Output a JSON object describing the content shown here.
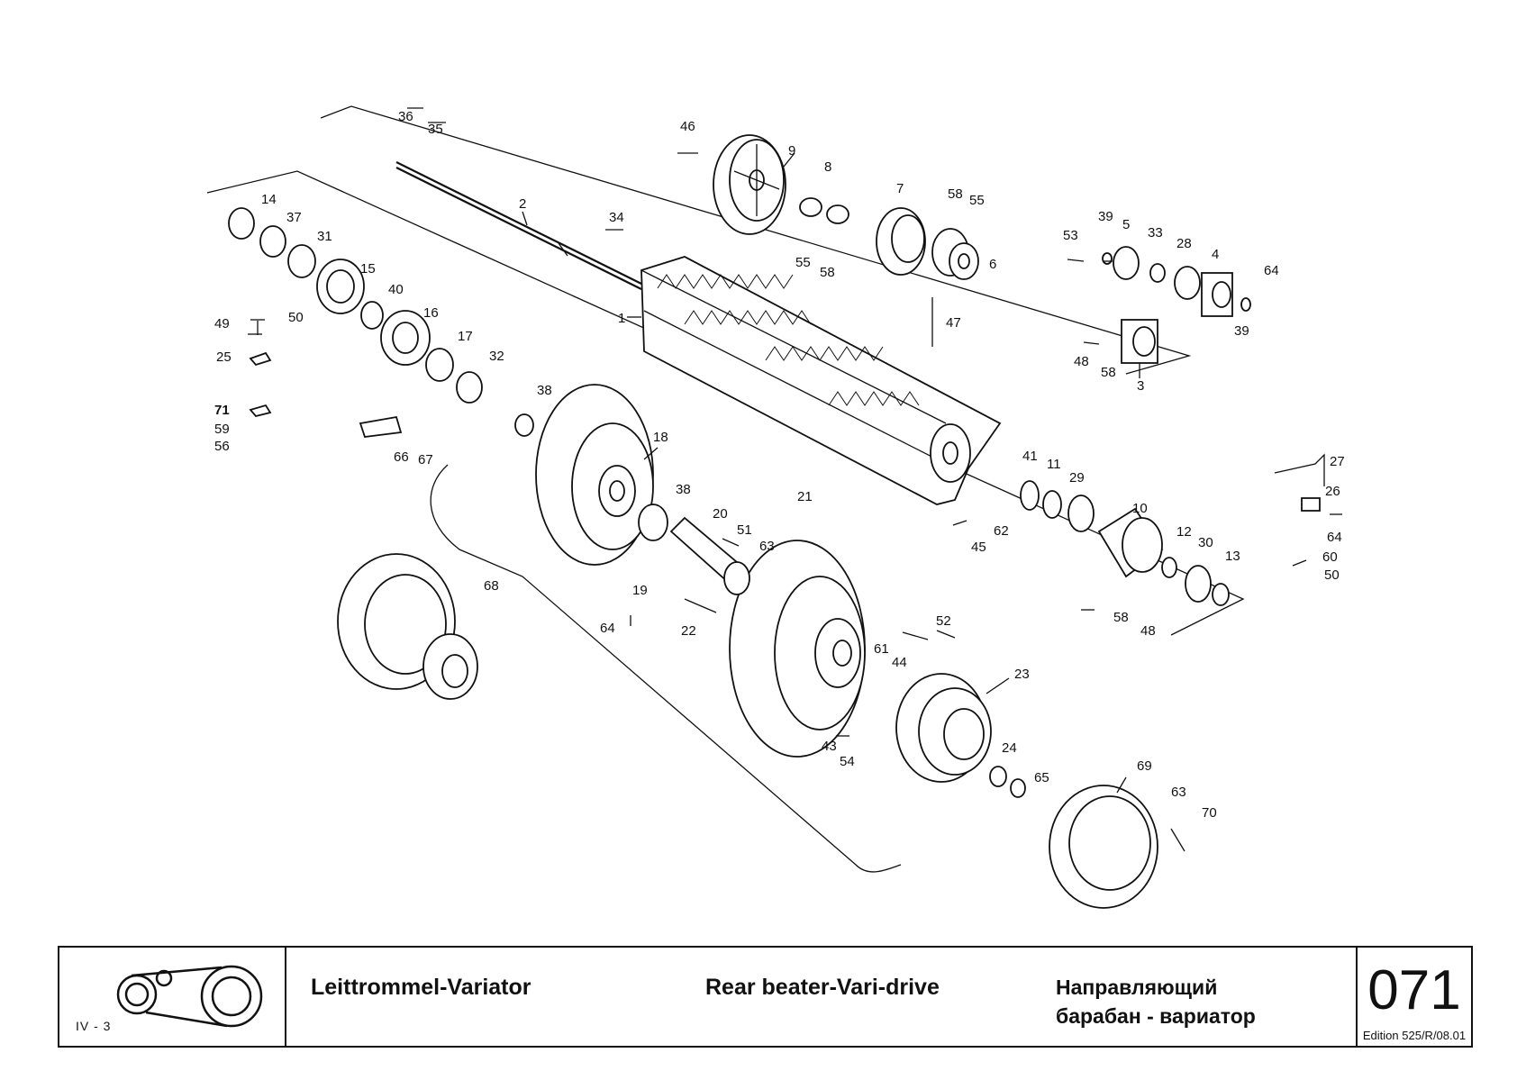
{
  "title_block": {
    "section": "IV - 3",
    "title_de": "Leittrommel-Variator",
    "title_en": "Rear beater-Vari-drive",
    "title_ru_line1": "Направляющий",
    "title_ru_line2": "барабан - вариатор",
    "page_number": "071",
    "edition": "Edition 525/R/08.01"
  },
  "callouts": {
    "c1": "1",
    "c2": "2",
    "c3": "3",
    "c4": "4",
    "c5": "5",
    "c6": "6",
    "c7": "7",
    "c8": "8",
    "c9": "9",
    "c10": "10",
    "c11": "11",
    "c12": "12",
    "c13": "13",
    "c14": "14",
    "c15": "15",
    "c16": "16",
    "c17": "17",
    "c18": "18",
    "c19": "19",
    "c20": "20",
    "c21": "21",
    "c22": "22",
    "c23": "23",
    "c24": "24",
    "c25": "25",
    "c26": "26",
    "c27": "27",
    "c28": "28",
    "c29": "29",
    "c30": "30",
    "c31": "31",
    "c32": "32",
    "c33": "33",
    "c34": "34",
    "c35": "35",
    "c36": "36",
    "c37": "37",
    "c38a": "38",
    "c38b": "38",
    "c39a": "39",
    "c39b": "39",
    "c40": "40",
    "c41": "41",
    "c43": "43",
    "c44": "44",
    "c45": "45",
    "c46": "46",
    "c47": "47",
    "c48a": "48",
    "c48b": "48",
    "c49": "49",
    "c50a": "50",
    "c50b": "50",
    "c51": "51",
    "c52": "52",
    "c53": "53",
    "c54": "54",
    "c55a": "55",
    "c55b": "55",
    "c56": "56",
    "c58a": "58",
    "c58b": "58",
    "c58c": "58",
    "c58d": "58",
    "c59": "59",
    "c60": "60",
    "c61": "61",
    "c62": "62",
    "c63a": "63",
    "c63b": "63",
    "c64a": "64",
    "c64b": "64",
    "c64c": "64",
    "c65": "65",
    "c66": "66",
    "c67": "67",
    "c68": "68",
    "c69": "69",
    "c70": "70",
    "c71": "71"
  }
}
